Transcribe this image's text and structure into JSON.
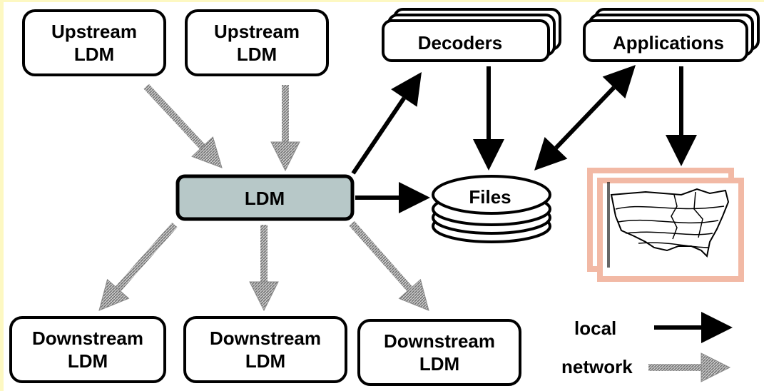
{
  "nodes": {
    "upstream_1": {
      "line1": "Upstream",
      "line2": "LDM"
    },
    "upstream_2": {
      "line1": "Upstream",
      "line2": "LDM"
    },
    "decoders": "Decoders",
    "applications": "Applications",
    "ldm": "LDM",
    "files": "Files",
    "downstream_1": {
      "line1": "Downstream",
      "line2": "LDM"
    },
    "downstream_2": {
      "line1": "Downstream",
      "line2": "LDM"
    },
    "downstream_3": {
      "line1": "Downstream",
      "line2": "LDM"
    }
  },
  "legend": {
    "local": "local",
    "network": "network"
  },
  "colors": {
    "ldm_fill": "#b7c8c8",
    "network_arrow": "#a6a6a6",
    "local_arrow": "#000000",
    "map_frame": "#f2b9a5",
    "frame_border": "#fdf8c2"
  }
}
